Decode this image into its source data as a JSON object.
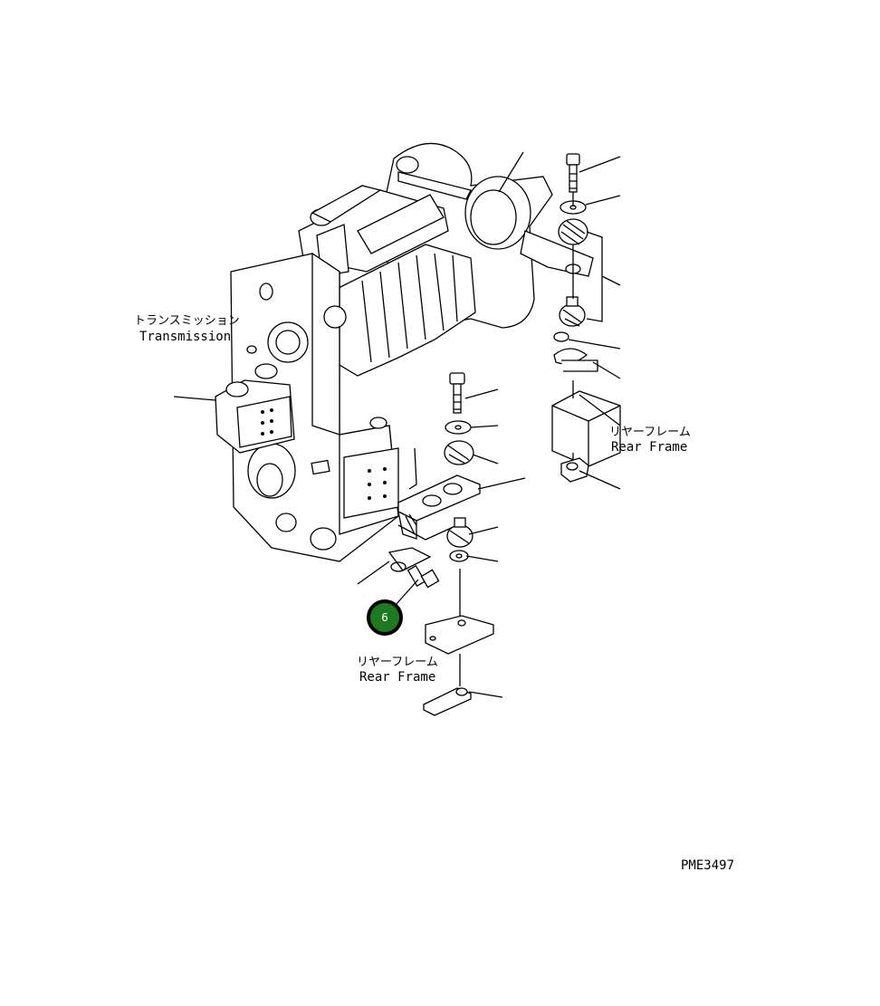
{
  "labels": {
    "transmission_jp": "トランスミッション",
    "transmission_en": "Transmission",
    "rear_frame_right_jp": "リヤーフレーム",
    "rear_frame_right_en": "Rear Frame",
    "rear_frame_bottom_jp": "リヤーフレーム",
    "rear_frame_bottom_en": "Rear Frame",
    "drawing_number": "PME3497"
  },
  "callouts": [
    {
      "number": "6",
      "color": "#1e7a1e"
    }
  ]
}
